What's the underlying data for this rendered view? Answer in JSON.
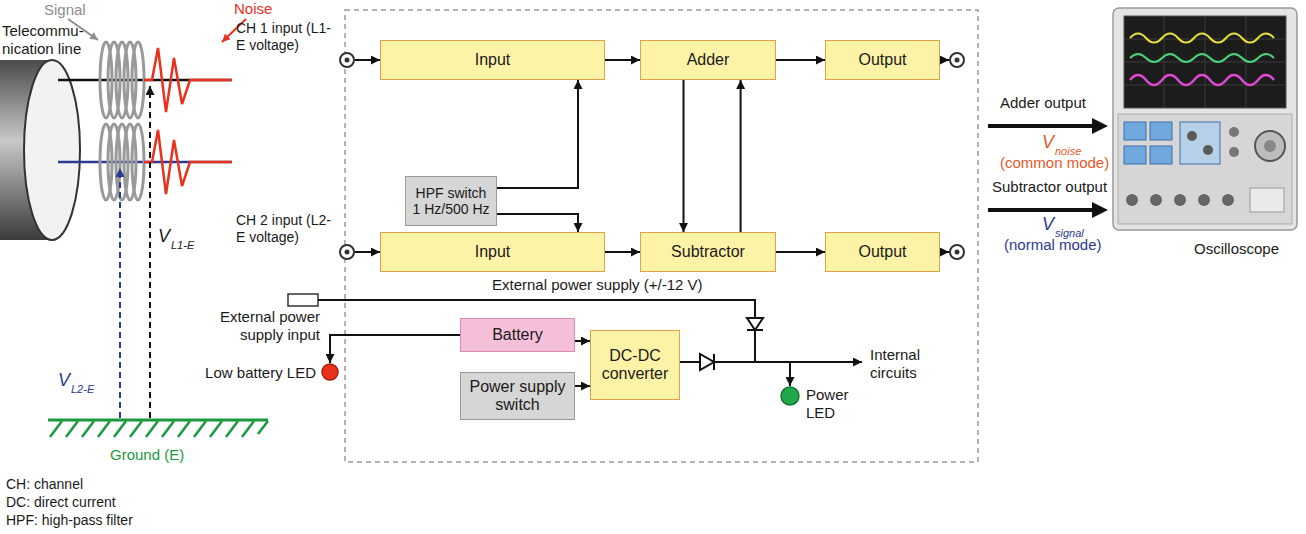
{
  "diagram": {
    "nodes": [
      {
        "text": [
          "Input"
        ]
      },
      {
        "text": [
          "Adder"
        ]
      },
      {
        "text": [
          "Output"
        ]
      },
      {
        "text": [
          "HPF switch 1 Hz/500 Hz"
        ]
      },
      {
        "text": [
          "Input"
        ]
      },
      {
        "text": [
          "Subtractor"
        ]
      },
      {
        "text": [
          "Output"
        ]
      },
      {
        "text": [
          "Battery"
        ]
      },
      {
        "text": [
          "DC-DC converter"
        ]
      },
      {
        "text": [
          "Power supply switch"
        ]
      }
    ],
    "edges": [
      {
        "from": 0,
        "to": 1,
        "arrow": "to"
      },
      {
        "from": 1,
        "to": 2,
        "arrow": "to"
      },
      {
        "from": 3,
        "to": 0,
        "arrow": "to"
      },
      {
        "from": 3,
        "to": 4,
        "arrow": "to"
      },
      {
        "from": 1,
        "to": 5,
        "arrow": "to"
      },
      {
        "from": 5,
        "to": 1,
        "arrow": "to"
      },
      {
        "from": 4,
        "to": 5,
        "arrow": "to"
      },
      {
        "from": 5,
        "to": 6,
        "arrow": "to"
      },
      {
        "from": 7,
        "to": 8,
        "arrow": "to"
      },
      {
        "from": 9,
        "to": 8,
        "arrow": "to"
      }
    ],
    "labels": [
      "Signal",
      "Noise",
      "Telecommu- nication line",
      "CH 1 input (L1-E voltage)",
      "V",
      "L1-E",
      "CH 2 input (L2-E voltage)",
      "V",
      "L2-E",
      "Ground (E)",
      "CH: channel",
      "DC: direct current",
      "HPF: high-pass filter",
      "Adder output",
      "V",
      "noise",
      "(common mode)",
      "Subtractor output",
      "V",
      "signal",
      "(normal mode)",
      "Oscilloscope",
      "External power supply (+/-12 V)",
      "External power supply input",
      "Low battery LED",
      "Internal circuits",
      "Power LED"
    ]
  }
}
